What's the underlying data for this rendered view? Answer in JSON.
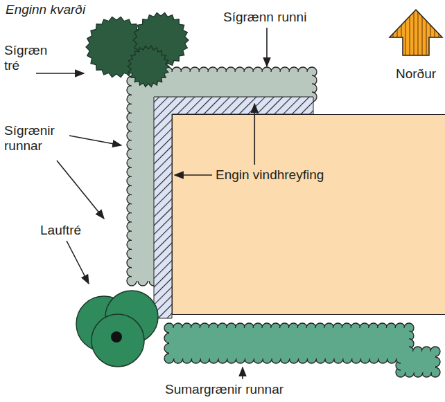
{
  "diagram": {
    "nodes": [
      {
        "text": [
          "Engin vindhreyfing"
        ]
      }
    ],
    "labels": [
      "Enginn kvarði",
      "Sígrænn runni",
      "Sígræn tré",
      "Norður",
      "Sígrænir runnar",
      "Lauftré",
      "Sumargrænir runnar"
    ]
  }
}
